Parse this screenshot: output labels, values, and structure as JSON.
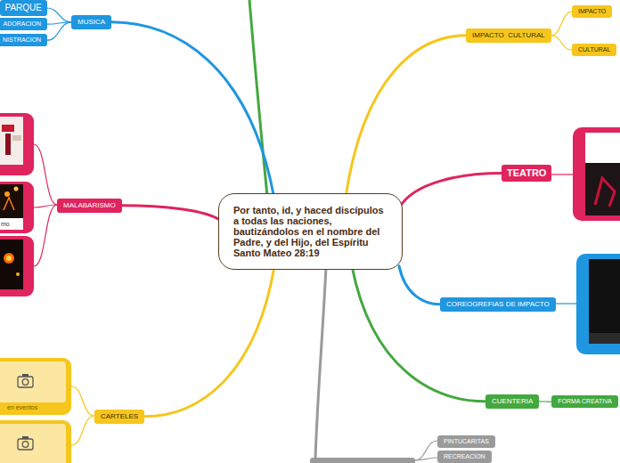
{
  "diagram": {
    "nodes": [
      {
        "text": [
          "Por tanto, id, y haced discípulos a todas las naciones, bautizándolos en el nombre del Padre, y del Hijo, del Espíritu Santo Mateo 28:19"
        ]
      },
      {
        "text": [
          "MUSICA"
        ]
      },
      {
        "text": [
          "PARQUE"
        ]
      },
      {
        "text": [
          "ADORACION"
        ]
      },
      {
        "text": [
          "NISTRACION"
        ]
      },
      {
        "text": [
          "MALABARISMO"
        ]
      },
      {
        "text": [
          "CARTELES"
        ]
      },
      {
        "text": [
          "IMPACTO  CULTURAL"
        ]
      },
      {
        "text": [
          "IMPACTO"
        ]
      },
      {
        "text": [
          "CULTURAL"
        ]
      },
      {
        "text": [
          "TEATRO"
        ]
      },
      {
        "text": [
          "COREOGREFIAS DE IMPACTO"
        ]
      },
      {
        "text": [
          "CUENTERIA"
        ]
      },
      {
        "text": [
          "FORMA CREATIVA"
        ]
      },
      {
        "text": [
          "PINTUCARITAS"
        ]
      },
      {
        "text": [
          "RECREACION"
        ]
      }
    ],
    "edges": [
      {
        "from": 0,
        "to": 1,
        "arrow": "none"
      },
      {
        "from": 1,
        "to": 2,
        "arrow": "none"
      },
      {
        "from": 1,
        "to": 3,
        "arrow": "none"
      },
      {
        "from": 1,
        "to": 4,
        "arrow": "none"
      },
      {
        "from": 0,
        "to": 5,
        "arrow": "none"
      },
      {
        "from": 0,
        "to": 6,
        "arrow": "none"
      },
      {
        "from": 0,
        "to": 7,
        "arrow": "none"
      },
      {
        "from": 7,
        "to": 8,
        "arrow": "none"
      },
      {
        "from": 7,
        "to": 9,
        "arrow": "none"
      },
      {
        "from": 0,
        "to": 10,
        "arrow": "none"
      },
      {
        "from": 0,
        "to": 11,
        "arrow": "none"
      },
      {
        "from": 0,
        "to": 12,
        "arrow": "none"
      },
      {
        "from": 12,
        "to": 13,
        "arrow": "none"
      }
    ],
    "labels": [
      "mo",
      "en eventos"
    ]
  }
}
